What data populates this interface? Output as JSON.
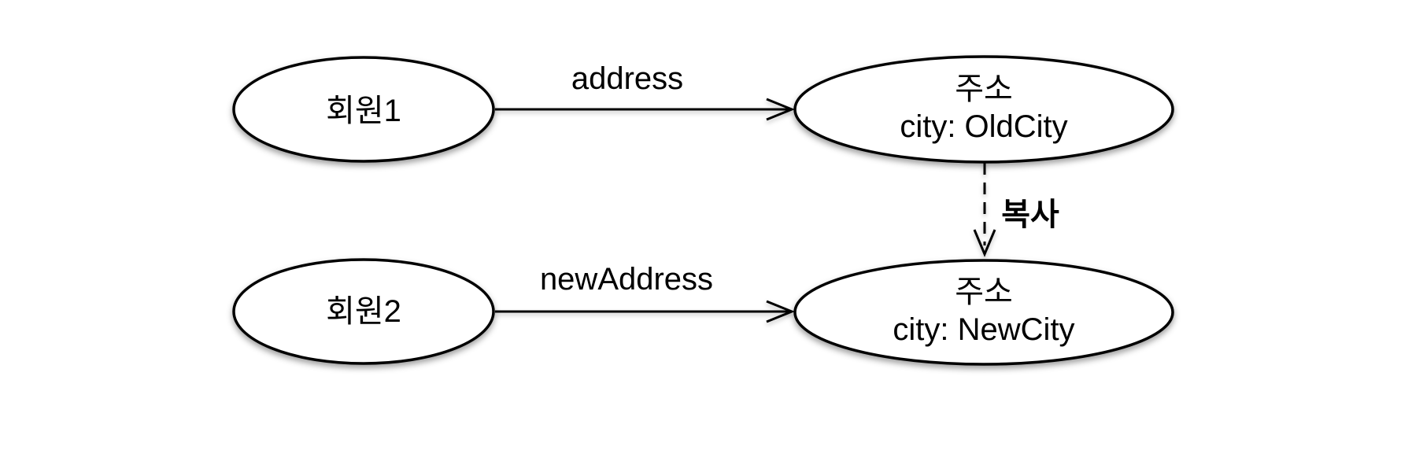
{
  "diagram": {
    "colors": {
      "background": "#ffffff",
      "stroke": "#000000",
      "text": "#000000"
    },
    "nodes": {
      "member1": {
        "label": "회원1"
      },
      "old_address": {
        "name": "주소",
        "attribute": "city: OldCity"
      },
      "member2": {
        "label": "회원2"
      },
      "new_address": {
        "name": "주소",
        "attribute": "city: NewCity"
      }
    },
    "edges": {
      "address": {
        "label": "address"
      },
      "new_address": {
        "label": "newAddress"
      },
      "copy": {
        "label": "복사"
      }
    }
  }
}
